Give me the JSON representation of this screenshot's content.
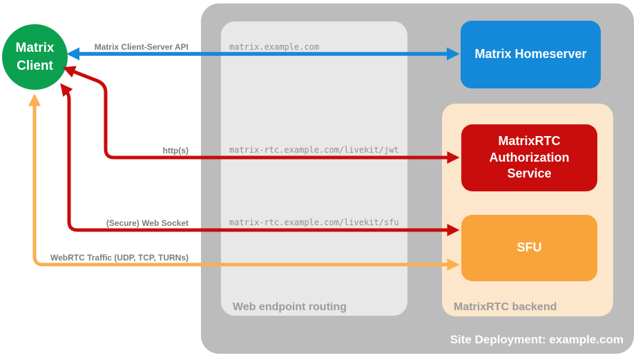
{
  "colors": {
    "outer_container": "#bcbcbc",
    "routing_box": "#e8e8e8",
    "backend_box": "#fce6cc",
    "client_green": "#0ba150",
    "homeserver_blue": "#1489d9",
    "auth_red": "#c90d0d",
    "sfu_orange": "#f9a33b",
    "arrow_blue": "#1489d9",
    "arrow_red": "#c80c0c",
    "arrow_orange": "#f9b050"
  },
  "nodes": {
    "client": "Matrix\nClient",
    "homeserver": "Matrix Homeserver",
    "auth_service": "MatrixRTC\nAuthorization\nService",
    "sfu": "SFU"
  },
  "regions": {
    "routing": "Web endpoint routing",
    "backend": "MatrixRTC backend",
    "site": "Site Deployment: example.com"
  },
  "endpoints": {
    "homeserver": "matrix.example.com",
    "jwt": "matrix-rtc.example.com/livekit/jwt",
    "sfu": "matrix-rtc.example.com/livekit/sfu"
  },
  "arrow_labels": {
    "client_server_api": "Matrix Client-Server API",
    "http": "http(s)",
    "websocket": "(Secure) Web Socket",
    "webrtc": "WebRTC Traffic (UDP, TCP, TURNs)"
  }
}
